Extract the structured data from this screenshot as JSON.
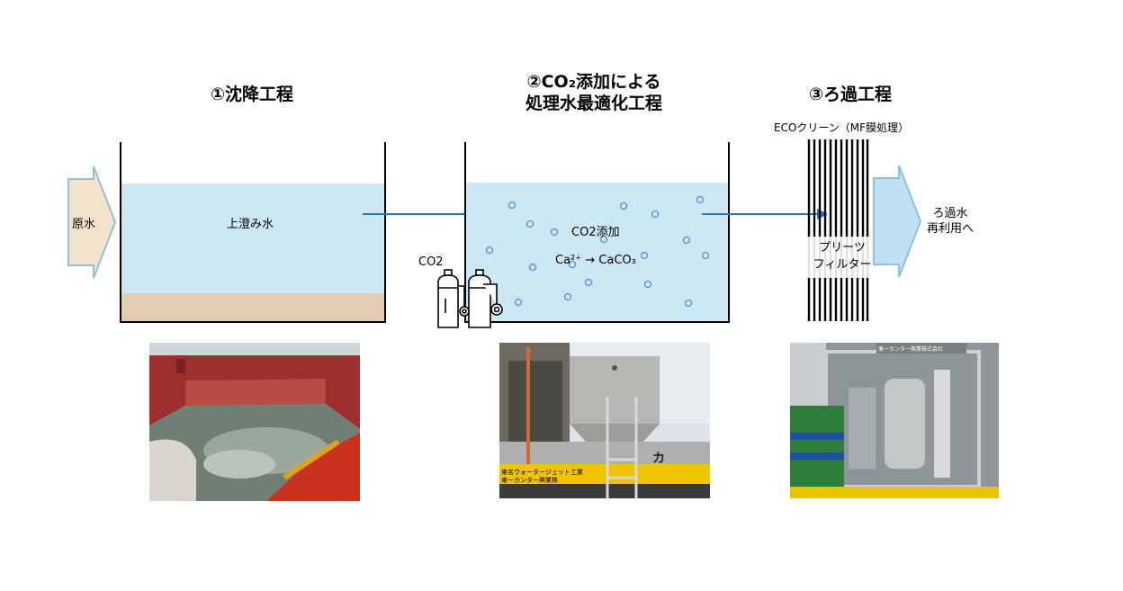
{
  "steps": {
    "step1_title": "①沈降工程",
    "step2_title_line1": "②CO₂添加による",
    "step2_title_line2": "処理水最適化工程",
    "step3_title": "③ろ過工程"
  },
  "labels": {
    "raw_water": "原水",
    "supernatant": "上澄み水",
    "co2": "CO2",
    "co2_addition": "CO2添加",
    "reaction_left": "Ca²⁺",
    "reaction_arrow": "→",
    "reaction_right": "CaCO₃",
    "eco_clean": "ECOクリーン（MF膜処理）",
    "pleats_line1": "プリーツ",
    "pleats_line2": "フィルター",
    "filtered_line1": "ろ過水",
    "filtered_line2": "再利用へ"
  },
  "photos": {
    "truck_text": "カ",
    "truck_sign_line1": "東名ウォータージェット工業",
    "truck_sign_line2": "東ーカンター興業株",
    "skid_sign": "東ーカンター興業株式会社"
  },
  "icons": {
    "co2_cylinders": "gas-cylinder-icon",
    "flow_arrows": "arrow-right-icon"
  },
  "colors": {
    "water": "#cde8f5",
    "sediment": "#e2cdb3",
    "raw_arrow_fill": "#f4e2cc",
    "raw_arrow_stroke": "#8ec1dc",
    "out_arrow_fill": "#bfe0f3",
    "flow_line": "#2e75b6",
    "bubble": "#4f8fd6"
  }
}
